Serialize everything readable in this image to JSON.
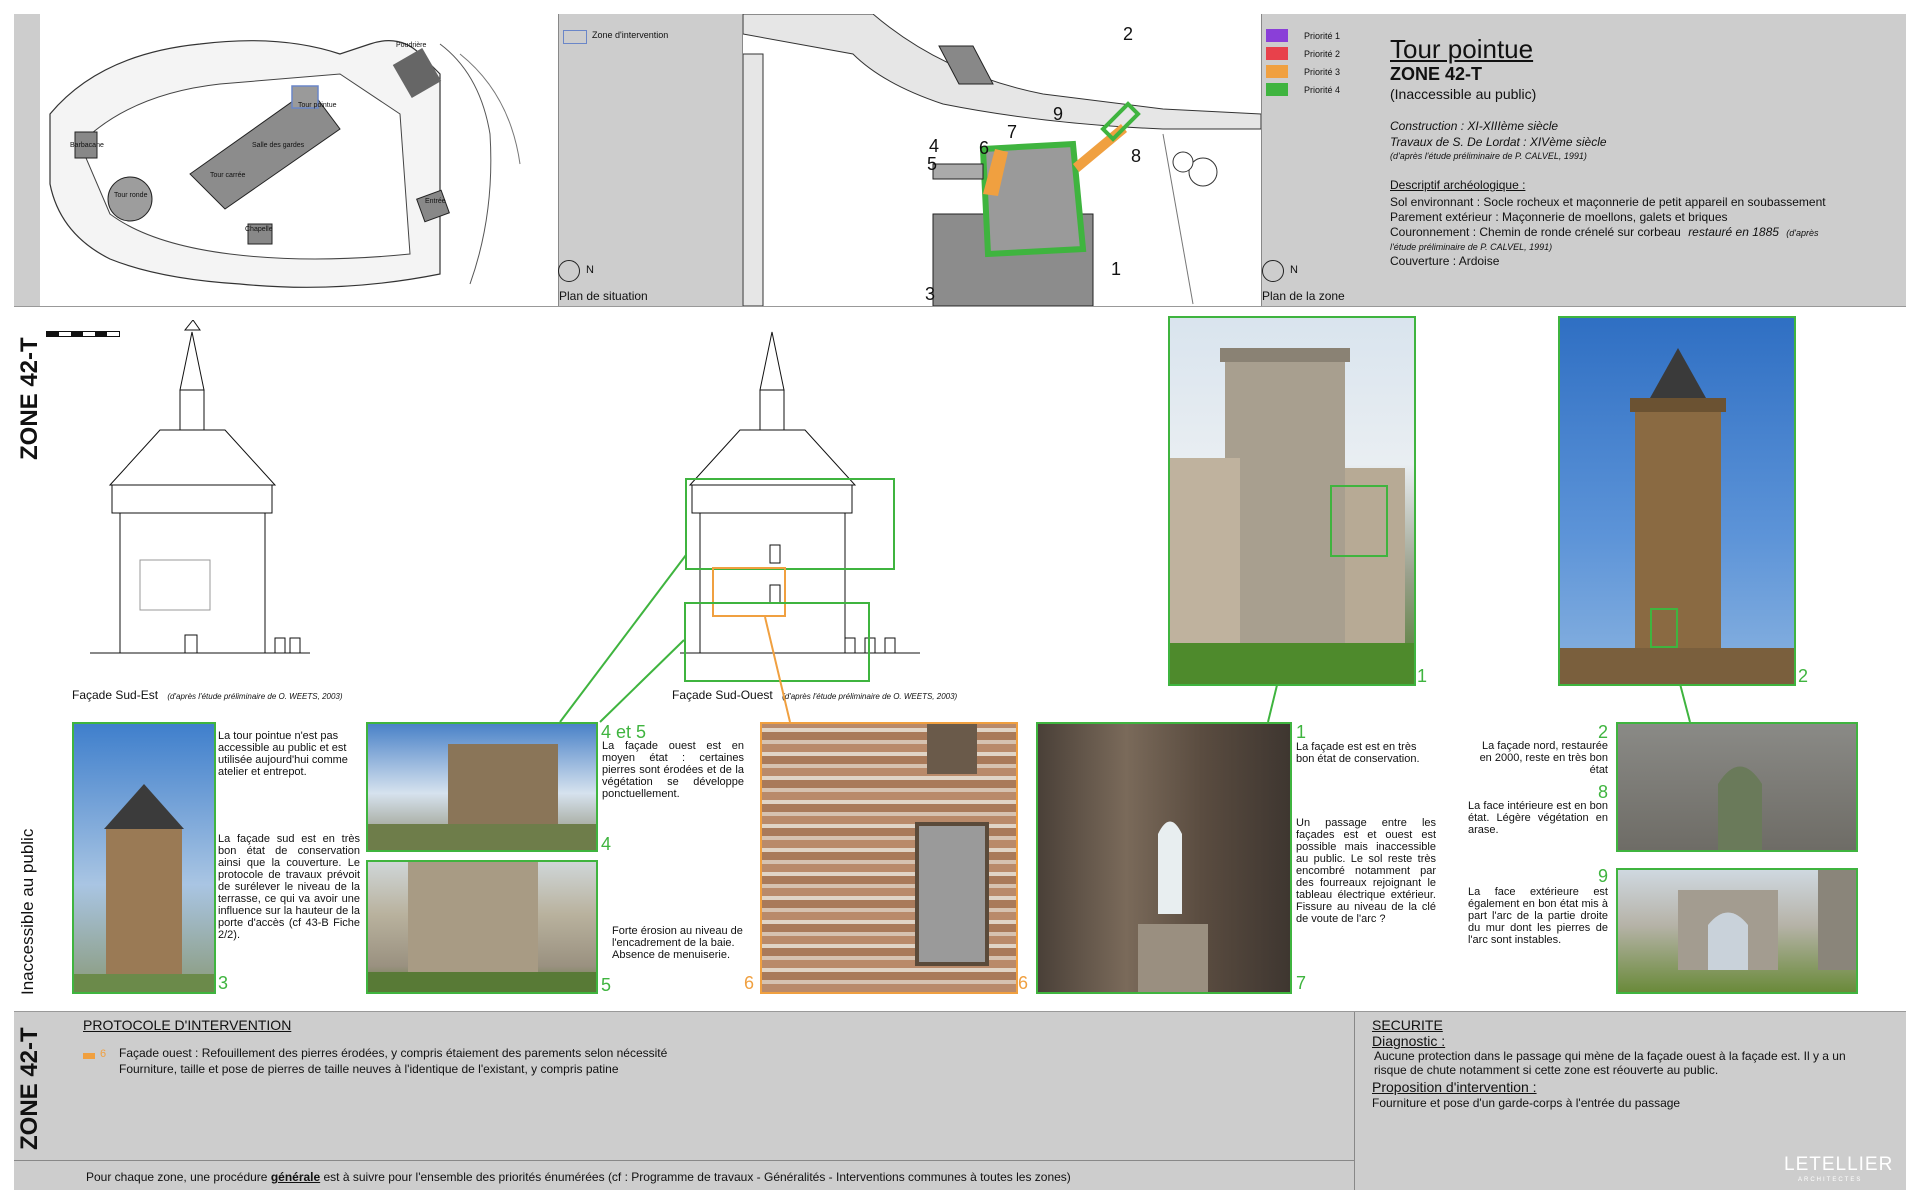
{
  "header": {
    "title": "Tour pointue",
    "zone": "ZONE 42-T",
    "access": "(Inaccessible au public)",
    "construction": "Construction : XI-XIIIème siècle",
    "travaux": "Travaux de S. De Lordat : XIVème siècle",
    "source1": "(d'après l'étude préliminaire de P. CALVEL, 1991)",
    "descriptif_title": "Descriptif archéologique :",
    "sol": "Sol environnant : Socle rocheux et maçonnerie de petit appareil en soubassement",
    "parement": "Parement extérieur : Maçonnerie de moellons, galets et briques",
    "couronnement": "Couronnement : Chemin de ronde crénelé sur corbeau",
    "restaure": "restauré en 1885",
    "source2a": "(d'après",
    "source2b": "l'étude préliminaire de P. CALVEL, 1991)",
    "couverture": "Couverture : Ardoise"
  },
  "legend": {
    "zone_intervention": "Zone d'intervention",
    "priorities": [
      {
        "label": "Priorité 1",
        "color": "#8a3fd8"
      },
      {
        "label": "Priorité 2",
        "color": "#e8414b"
      },
      {
        "label": "Priorité 3",
        "color": "#f0a040"
      },
      {
        "label": "Priorité 4",
        "color": "#3fb43f"
      }
    ]
  },
  "site_plan": {
    "caption": "Plan de situation",
    "north": "N",
    "labels": [
      "Poudrière",
      "Tour pointue",
      "Salle des gardes",
      "Tour carrée",
      "Barbacane",
      "Tour ronde",
      "Entrée",
      "Chapelle"
    ]
  },
  "zone_plan": {
    "caption": "Plan de la zone",
    "north": "N",
    "numbers": [
      "2",
      "9",
      "7",
      "6",
      "4",
      "5",
      "8",
      "3",
      "1"
    ]
  },
  "side_labels": {
    "top": "ZONE 42-T",
    "middle": "Inaccessible au public",
    "bottom": "ZONE 42-T"
  },
  "elevations": {
    "se_caption": "Façade Sud-Est",
    "se_source": "(d'après l'étude préliminaire de O. WEETS, 2003)",
    "so_caption": "Façade Sud-Ouest",
    "so_source": "(d'après l'étude préliminaire de O. WEETS, 2003)"
  },
  "photos": {
    "p1": "1",
    "p2": "2",
    "p3": "3",
    "p4": "4",
    "p5": "5",
    "p6": "6",
    "p7": "7",
    "p6b": "6"
  },
  "notes": {
    "intro": "La tour pointue n'est pas accessible au public et est utilisée aujourd'hui comme atelier et entrepot.",
    "sud": "La façade sud est en très bon état de conservation ainsi que la couverture. Le protocole de travaux prévoit de surélever le niveau de la terrasse, ce qui va avoir une influence sur la hauteur de la porte d'accès (cf 43-B Fiche 2/2).",
    "h45": "4 et 5",
    "ouest": "La façade ouest est en moyen état : certaines pierres sont érodées et de la végétation se développe ponctuellement.",
    "erosion": "Forte érosion au niveau de l'encadrement de la baie. Absence de menuiserie.",
    "h1": "1",
    "est": "La façade est est en très bon état de conservation.",
    "passage": "Un passage entre les façades est et ouest est possible mais inaccessible au public. Le sol reste très encombré notamment par des fourreaux rejoignant le tableau électrique extérieur. Fissure au niveau de la clé de voute de l'arc ?",
    "h2": "2",
    "nord": "La façade nord, restaurée en 2000, reste en très bon état",
    "h8": "8",
    "interieure": "La face intérieure est en bon état. Légère végétation en arase.",
    "h9": "9",
    "exterieure": "La face extérieure est également en bon état mis à part l'arc de la partie droite du mur dont les pierres de l'arc sont instables."
  },
  "protocole": {
    "title": "PROTOCOLE D'INTERVENTION",
    "marker": "6",
    "line1": "Façade ouest : Refouillement des pierres érodées, y compris étaiement des parements selon nécessité",
    "line2": "Fourniture, taille et pose de pierres de taille neuves à l'identique de l'existant, y compris patine"
  },
  "securite": {
    "title": "SECURITE",
    "diag_title": "Diagnostic :",
    "diag": "Aucune protection dans le passage qui mène de la façade ouest à la façade est. Il y a un risque de chute notamment si cette zone est réouverte au public.",
    "prop_title": "Proposition d'intervention :",
    "prop": "Fourniture et pose d'un garde-corps à l'entrée du passage"
  },
  "footer": {
    "pre": "Pour chaque zone, une procédure ",
    "bold": "générale",
    "post": " est à suivre pour l'ensemble des priorités énumérées (cf : Programme de travaux - Généralités - Interventions communes à toutes les zones)",
    "brand": "LETELLIER",
    "brand_sub": "ARCHITECTES"
  }
}
